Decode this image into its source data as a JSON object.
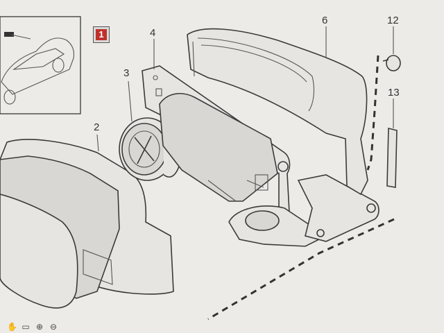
{
  "badge": {
    "label": "1",
    "color": "#c0302a"
  },
  "callouts": {
    "c2": "2",
    "c3": "3",
    "c4": "4",
    "c6": "6",
    "c12": "12",
    "c13": "13"
  },
  "toolbar_icons": [
    "hand-icon",
    "page-icon",
    "zoom-in-icon",
    "zoom-out-icon"
  ]
}
